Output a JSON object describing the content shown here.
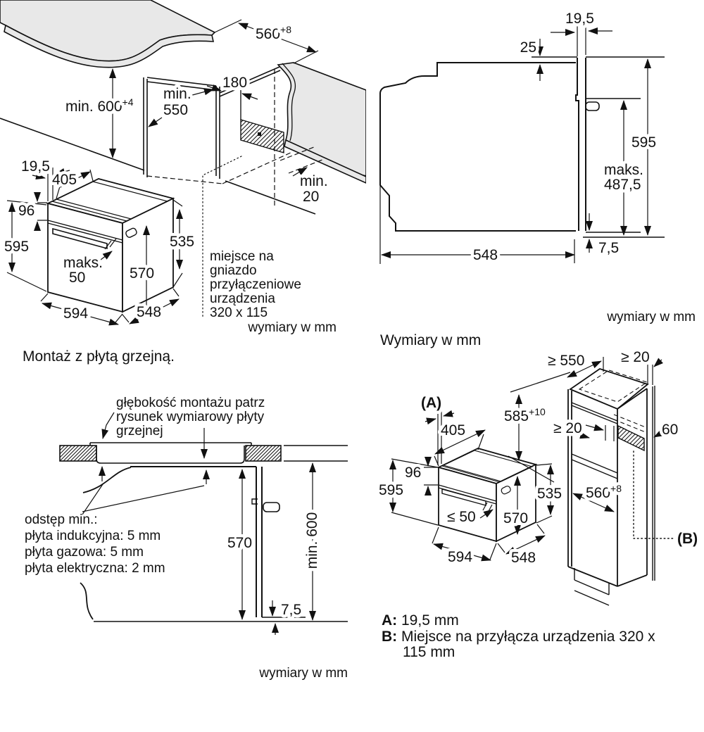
{
  "p1": {
    "d560": {
      "b": "560",
      "s": "+8"
    },
    "min600": {
      "b": "min. 600",
      "s": "+4"
    },
    "min550a": "min.",
    "min550b": "550",
    "d180": "180",
    "d19_5": "19,5",
    "d405": "405",
    "d96": "96",
    "d595": "595",
    "maksa": "maks.",
    "maksb": "50",
    "d570": "570",
    "d535": "535",
    "d594": "594",
    "d548": "548",
    "min20a": "min.",
    "min20b": "20",
    "note": [
      "miejsce na",
      "gniazdo",
      "przyłączeniowe",
      "urządzenia",
      "320 x 115"
    ],
    "units": "wymiary w mm"
  },
  "p2": {
    "d19_5": "19,5",
    "d25": "25",
    "d595": "595",
    "maksa": "maks.",
    "maksb": "487,5",
    "d7_5": "7,5",
    "d548": "548",
    "units": "wymiary w mm"
  },
  "p3": {
    "heading": "Montaż z płytą grzejną.",
    "callout": [
      "głębokość montażu patrz",
      "rysunek wymiarowy płyty",
      "grzejnej"
    ],
    "gap": [
      "odstęp min.:",
      "płyta indukcyjna: 5 mm",
      "płyta gazowa: 5 mm",
      "płyta elektryczna: 2 mm"
    ],
    "d570": "570",
    "min600": "min. 600",
    "d7_5": "7,5",
    "units": "wymiary w mm"
  },
  "p4": {
    "heading": "Wymiary w mm",
    "ge550": "≥ 550",
    "ge20": "≥ 20",
    "d585": {
      "b": "585",
      "s": "+10"
    },
    "ge20i": "≥ 20",
    "d60": "60",
    "aLabel": "(A)",
    "bLabel": "(B)",
    "d405": "405",
    "d96": "96",
    "d595": "595",
    "le50": "≤ 50",
    "d570": "570",
    "d535": "535",
    "d560": {
      "b": "560",
      "s": "+8"
    },
    "d594": "594",
    "d548": "548",
    "legendAKey": "A:",
    "legendA": "19,5 mm",
    "legendBKey": "B:",
    "legendB": "Miejsce na przyłącza urządzenia 320 x",
    "legendB2": "115 mm"
  }
}
